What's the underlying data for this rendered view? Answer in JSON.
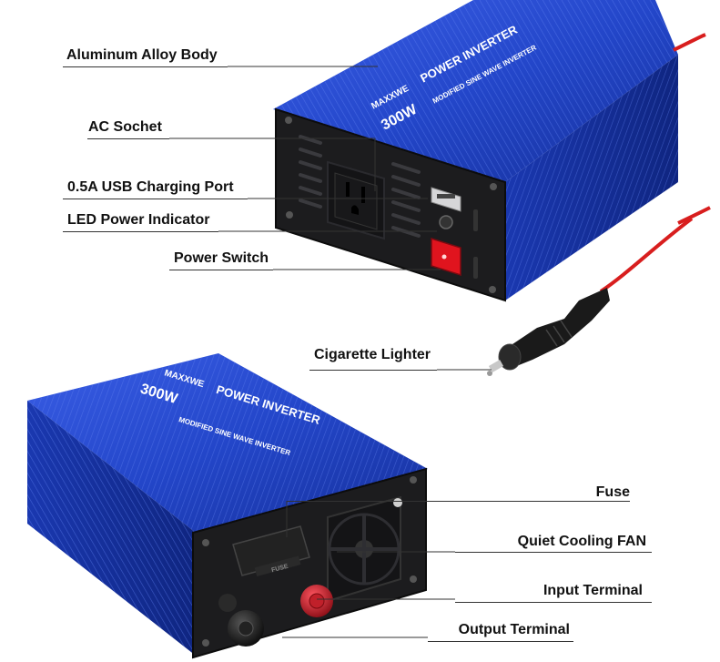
{
  "callouts": {
    "aluminum_body": "Aluminum Alloy Body",
    "ac_socket": "AC Sochet",
    "usb_port": "0.5A USB Charging Port",
    "led_indicator": "LED Power Indicator",
    "power_switch": "Power Switch",
    "cigarette_lighter": "Cigarette Lighter",
    "fuse": "Fuse",
    "cooling_fan": "Quiet Cooling FAN",
    "input_terminal": "Input Terminal",
    "output_terminal": "Output Terminal"
  },
  "product_top": {
    "brand": "MAXXWE",
    "title": "POWER INVERTER",
    "wattage": "300W",
    "model_line": "MODIFIED SINE WAVE INVERTER"
  },
  "product_bottom": {
    "brand": "MAXXWE",
    "title": "POWER INVERTER",
    "wattage": "300W",
    "model_line": "MODIFIED SINE WAVE INVERTER",
    "fuse_label": "FUSE"
  },
  "colors": {
    "body_blue": "#1f3fbf",
    "panel_black": "#1c1c1e",
    "switch_red": "#e0141e",
    "cable_red": "#d81e1e",
    "terminal_red": "#a8121c"
  }
}
